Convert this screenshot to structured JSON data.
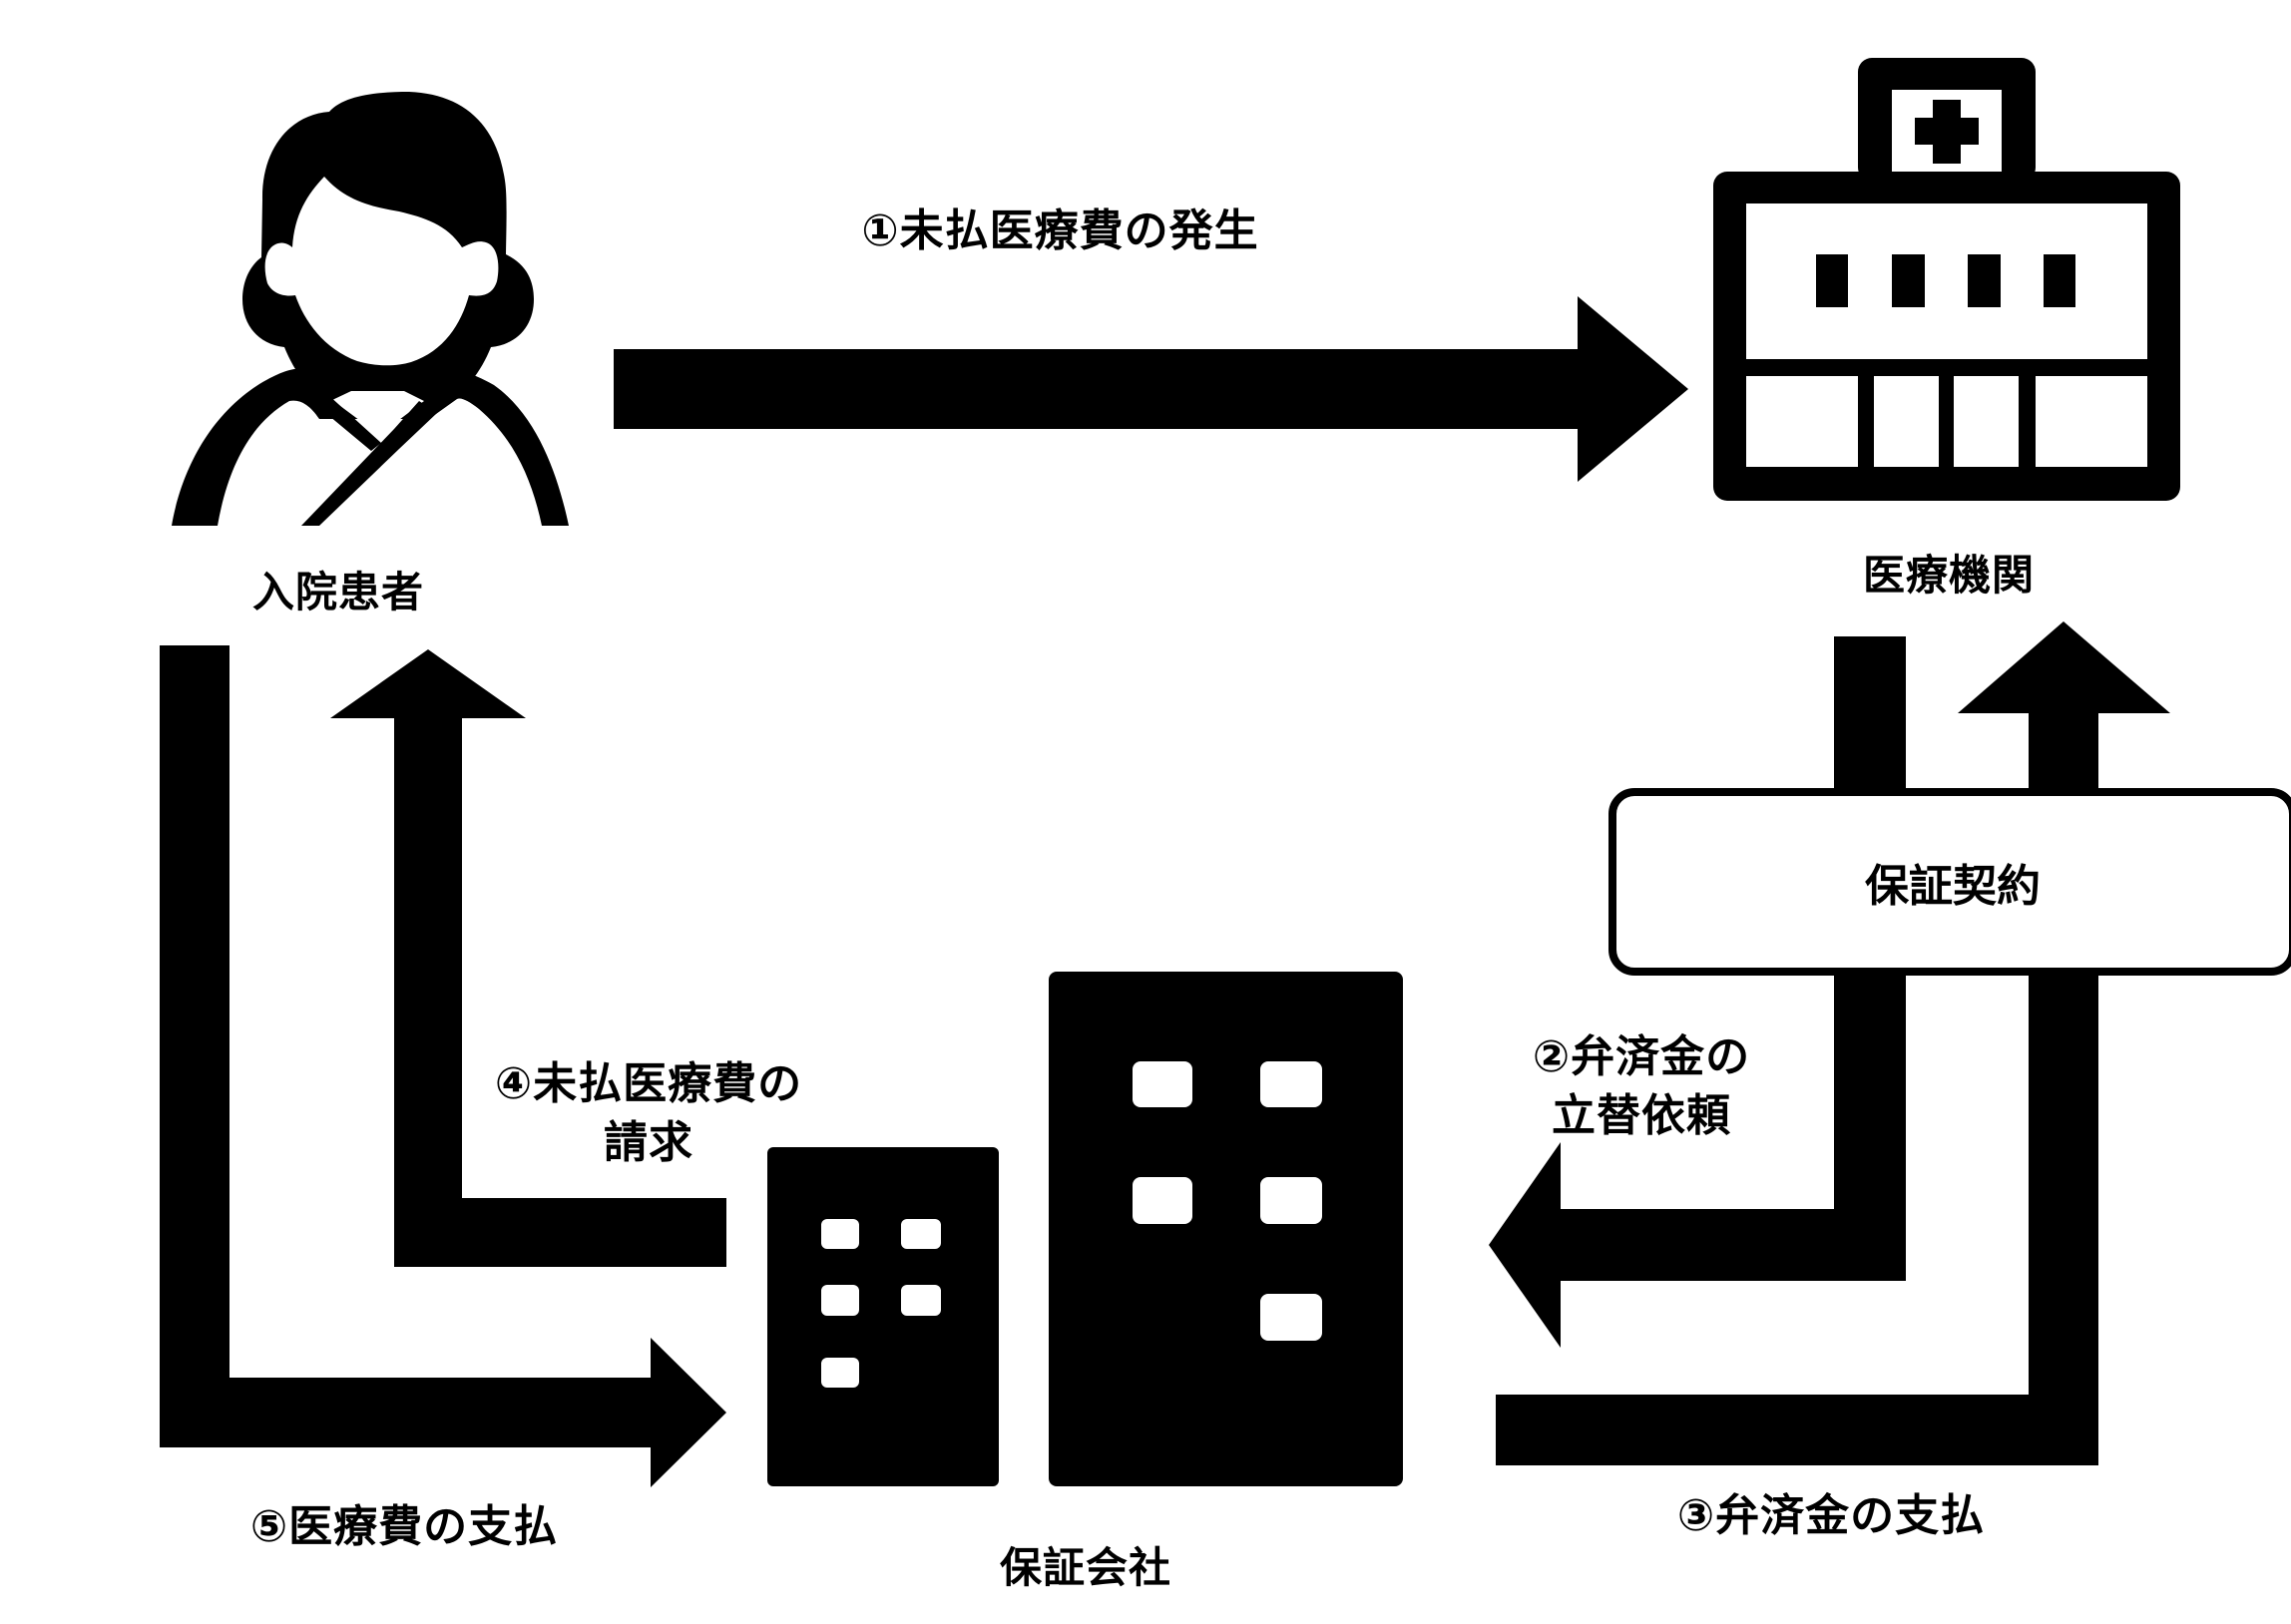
{
  "diagram": {
    "type": "flow",
    "colors": {
      "ink": "#000000",
      "background": "#ffffff"
    },
    "nodes": {
      "patient": {
        "label": "入院患者",
        "icon": "patient-icon"
      },
      "hospital": {
        "label": "医療機関",
        "icon": "hospital-icon"
      },
      "guarantor": {
        "label": "保証会社",
        "icon": "office-buildings-icon"
      }
    },
    "contract": {
      "label": "保証契約"
    },
    "steps": [
      {
        "id": 1,
        "label": "①未払医療費の発生",
        "from": "patient",
        "to": "hospital"
      },
      {
        "id": 2,
        "label_line1": "②弁済金の",
        "label_line2": "立替依頼",
        "from": "hospital",
        "to": "guarantor"
      },
      {
        "id": 3,
        "label": "③弁済金の支払",
        "from": "guarantor",
        "to": "hospital"
      },
      {
        "id": 4,
        "label_line1": "④未払医療費の",
        "label_line2": "請求",
        "from": "guarantor",
        "to": "patient"
      },
      {
        "id": 5,
        "label": "⑤医療費の支払",
        "from": "patient",
        "to": "guarantor"
      }
    ]
  }
}
